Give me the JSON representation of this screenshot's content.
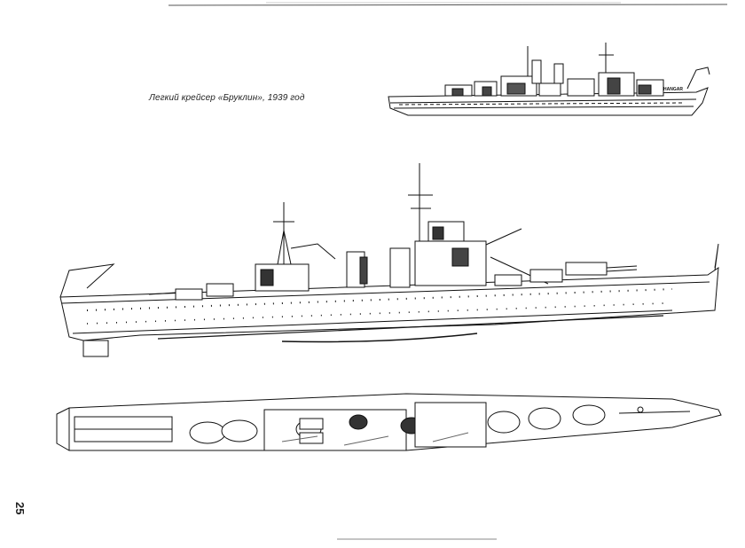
{
  "caption": "Легкий крейсер «Бруклин», 1939 год",
  "page_number": "25",
  "stern_label": "HANGAR"
}
